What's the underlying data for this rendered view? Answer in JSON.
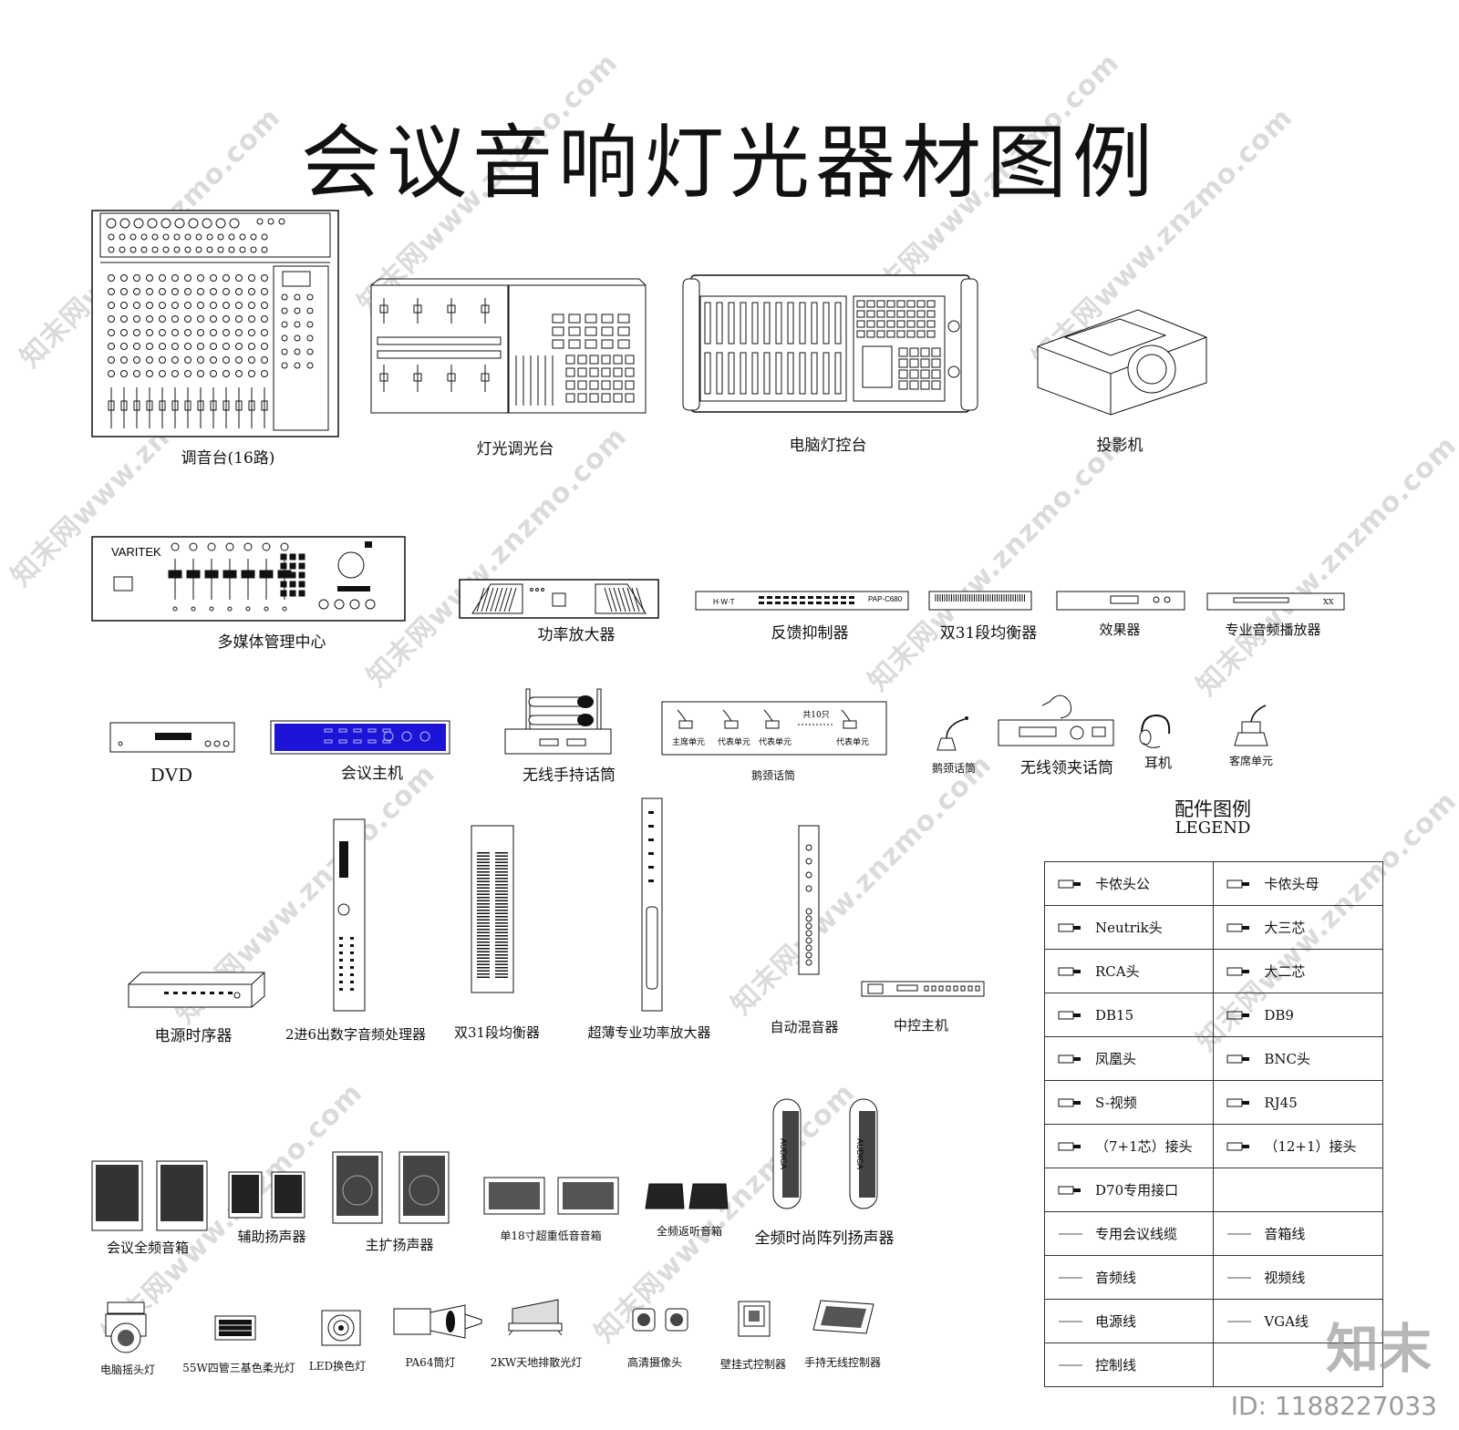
{
  "title": "会议音响灯光器材图例",
  "row1": [
    {
      "label": "调音台(16路)"
    },
    {
      "label": "灯光调光台"
    },
    {
      "label": "电脑灯控台"
    },
    {
      "label": "投影机"
    }
  ],
  "row2": [
    {
      "label": "多媒体管理中心",
      "brand": "VARITEK"
    },
    {
      "label": "功率放大器"
    },
    {
      "label": "反馈抑制器",
      "model": "PAP-C680"
    },
    {
      "label": "双31段均衡器"
    },
    {
      "label": "效果器"
    },
    {
      "label": "专业音频播放器"
    }
  ],
  "row3": [
    {
      "label": "DVD"
    },
    {
      "label": "会议主机"
    },
    {
      "label": "无线手持话筒"
    },
    {
      "label": "鹅颈话筒",
      "units": [
        "主席单元",
        "代表单元",
        "代表单元",
        "代表单元"
      ],
      "note": "共10只"
    },
    {
      "label": "鹅颈话筒"
    },
    {
      "label": "无线领夹话筒"
    },
    {
      "label": "耳机"
    },
    {
      "label": "客席单元"
    }
  ],
  "row4": [
    {
      "label": "电源时序器"
    },
    {
      "label": "2进6出数字音频处理器"
    },
    {
      "label": "双31段均衡器"
    },
    {
      "label": "超薄专业功率放大器"
    },
    {
      "label": "自动混音器"
    },
    {
      "label": "中控主机"
    }
  ],
  "row5": [
    {
      "label": "会议全频音箱"
    },
    {
      "label": "辅助扬声器"
    },
    {
      "label": "主扩扬声器"
    },
    {
      "label": "单18寸超重低音音箱"
    },
    {
      "label": "全频返听音箱"
    },
    {
      "label": "全频时尚阵列扬声器",
      "brand": "AUDICA"
    }
  ],
  "row6": [
    {
      "label": "电脑摇头灯"
    },
    {
      "label": "55W四管三基色柔光灯"
    },
    {
      "label": "LED换色灯"
    },
    {
      "label": "PA64筒灯"
    },
    {
      "label": "2KW天地排散光灯"
    },
    {
      "label": "高清摄像头"
    },
    {
      "label": "壁挂式控制器"
    },
    {
      "label": "手持无线控制器"
    }
  ],
  "legend": {
    "title": "配件图例",
    "subtitle": "LEGEND",
    "rows": [
      [
        "卡侬头公",
        "卡侬头母"
      ],
      [
        "Neutrik头",
        "大三芯"
      ],
      [
        "RCA头",
        "大二芯"
      ],
      [
        "DB15",
        "DB9"
      ],
      [
        "凤凰头",
        "BNC头"
      ],
      [
        "S-视频",
        "RJ45"
      ],
      [
        "（7+1芯）接头",
        "（12+1）接头"
      ],
      [
        "D70专用接口",
        ""
      ],
      [
        "专用会议线缆",
        "音箱线"
      ],
      [
        "音频线",
        "视频线"
      ],
      [
        "电源线",
        "VGA线"
      ],
      [
        "控制线",
        ""
      ]
    ]
  },
  "watermark": "知末网www.znzmo.com",
  "brand_mark": "知末",
  "id_text": "ID: 1188227033"
}
